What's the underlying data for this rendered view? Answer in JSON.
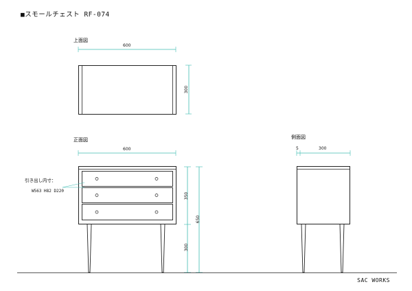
{
  "title": "■スモールチェスト RF-074",
  "views": {
    "top": {
      "label": "上面図",
      "width_dim": "600",
      "depth_dim": "300"
    },
    "front": {
      "label": "正面図",
      "width_dim": "600",
      "body_height_dim": "350",
      "leg_height_dim": "300",
      "total_height_dim": "650",
      "drawer_note_label": "引き出し内寸：",
      "drawer_note_value": "W563 H82 D220"
    },
    "side": {
      "label": "側面図",
      "offset_dim": "5",
      "depth_dim": "300"
    }
  },
  "brand": "SAC WORKS",
  "colors": {
    "dimension_line": "#3fbdb3",
    "outline": "#222222"
  }
}
